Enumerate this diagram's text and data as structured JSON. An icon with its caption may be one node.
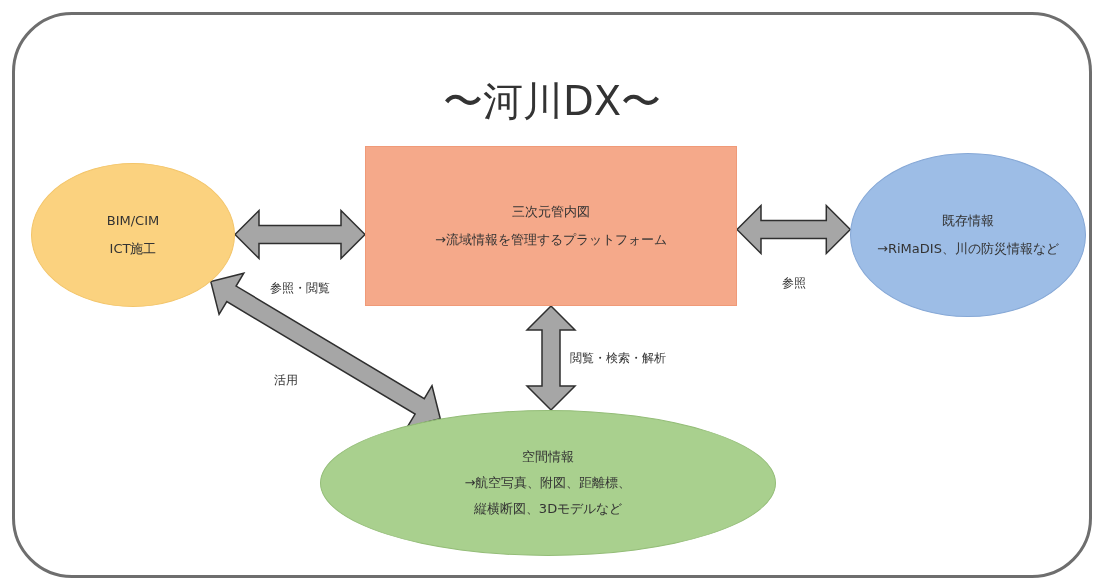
{
  "diagram": {
    "nodes": [
      {
        "text": [
          "〜河川DX〜"
        ]
      },
      {
        "text": [
          "BIM/CIM",
          "ICT施工"
        ],
        "in": 0
      },
      {
        "text": [
          "三次元管内図",
          "→流域情報を管理するプラットフォーム"
        ],
        "in": 0
      },
      {
        "text": [
          "既存情報",
          "→RiMaDIS、川の防災情報など"
        ],
        "in": 0
      },
      {
        "text": [
          "空間情報",
          "→航空写真、附図、距離標、縦横断図、3Dモデルなど"
        ],
        "in": 0
      }
    ],
    "edges": [
      {
        "from": 1,
        "to": 2,
        "arrow": "both",
        "label": "参照・閲覧"
      },
      {
        "from": 2,
        "to": 3,
        "arrow": "both",
        "label": "参照"
      },
      {
        "from": 2,
        "to": 4,
        "arrow": "both",
        "label": "閲覧・検索・解析"
      },
      {
        "from": 1,
        "to": 4,
        "arrow": "both",
        "label": "活用"
      }
    ]
  }
}
